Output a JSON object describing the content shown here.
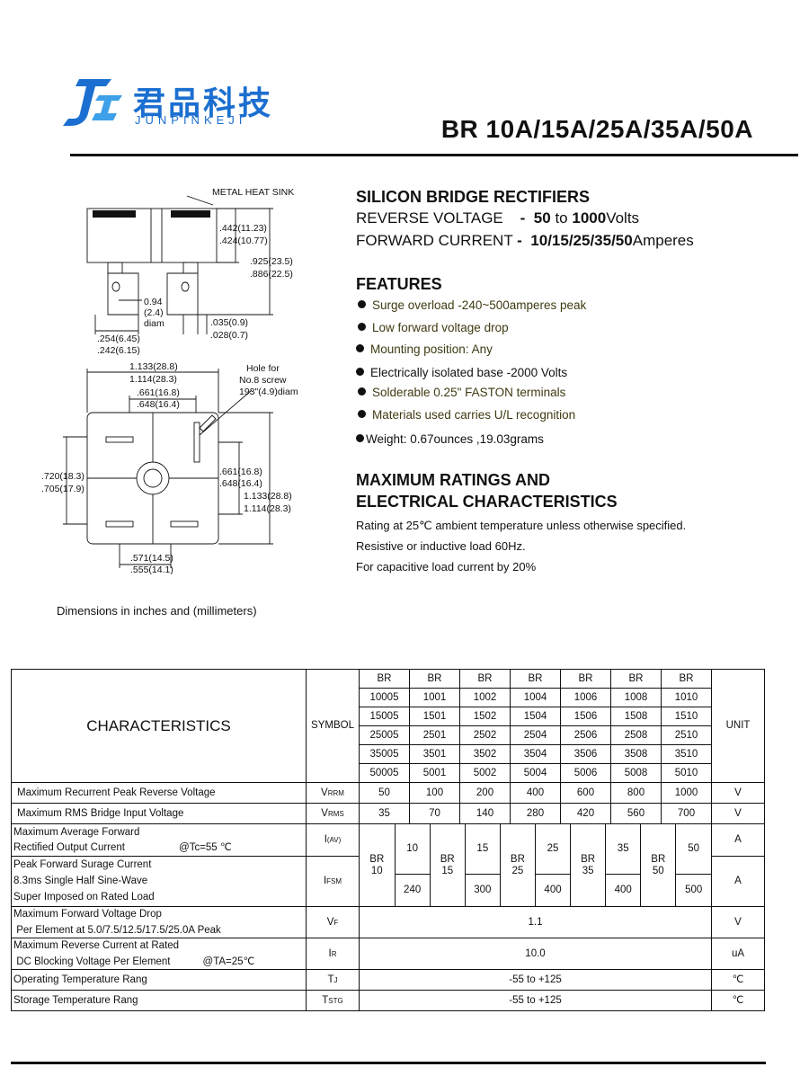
{
  "header": {
    "logo_cn": "君品科技",
    "logo_en": "JUNPINKEJI",
    "title": "BR  10A/15A/25A/35A/50A"
  },
  "product": {
    "heading": "SILICON BRIDGE RECTIFIERS",
    "voltage_label": "REVERSE VOLTAGE",
    "voltage_dash": "-",
    "voltage_from": "50",
    "voltage_to_word": "to",
    "voltage_to": "1000",
    "voltage_unit": "Volts",
    "current_label": "FORWARD CURRENT",
    "current_dash": "-",
    "current_values": "10/15/25/35/50",
    "current_unit": "Amperes"
  },
  "features": {
    "heading": "FEATURES",
    "items": [
      "Surge overload -240~500amperes peak",
      "Low forward voltage drop",
      "Mounting position: Any",
      "Electrically  isolated  base -2000 Volts",
      "Solderable 0.25\" FASTON terminals",
      "Materials used carries U/L recognition",
      "Weight: 0.67ounces ,19.03grams"
    ]
  },
  "ratings_intro": {
    "heading_1": "MAXIMUM RATINGS AND",
    "heading_2": "ELECTRICAL CHARACTERISTICS",
    "note_1": "Rating at 25℃ ambient temperature unless otherwise specified.",
    "note_2": "Resistive or inductive load 60Hz.",
    "note_3": "For capacitive load  current by 20%"
  },
  "drawing": {
    "side": {
      "heat_sink": "METAL HEAT SINK",
      "d1a": ".442(11.23)",
      "d1b": ".424(10.77)",
      "d2a": ".925(23.5)",
      "d2b": ".886(22.5)",
      "hole_a": "0.94",
      "hole_b": "(2.4)",
      "hole_c": "diam",
      "t_a": ".035(0.9)",
      "t_b": ".028(0.7)",
      "w_a": ".254(6.45)",
      "w_b": ".242(6.15)"
    },
    "top": {
      "w_a": "1.133(28.8)",
      "w_b": "1.114(28.3)",
      "i_a": ".661(16.8)",
      "i_b": ".648(16.4)",
      "hole_a": "Hole for",
      "hole_b": "No.8 screw",
      "hole_c": "193\"(4.9)diam",
      "l_a": ".720(18.3)",
      "l_b": ".705(17.9)",
      "r_a": ".661(16.8)",
      "r_b": ".648(16.4)",
      "h_a": "1.133(28.8)",
      "h_b": "1.114(28.3)",
      "b_a": ".571(14.5)",
      "b_b": ".555(14.1)"
    },
    "note": "Dimensions in inches and (millimeters)"
  },
  "table": {
    "characteristics_label": "CHARACTERISTICS",
    "symbol_label": "SYMBOL",
    "unit_label": "UNIT",
    "br_label": "BR",
    "part_rows": [
      [
        "10005",
        "1001",
        "1002",
        "1004",
        "1006",
        "1008",
        "1010"
      ],
      [
        "15005",
        "1501",
        "1502",
        "1504",
        "1506",
        "1508",
        "1510"
      ],
      [
        "25005",
        "2501",
        "2502",
        "2504",
        "2506",
        "2508",
        "2510"
      ],
      [
        "35005",
        "3501",
        "3502",
        "3504",
        "3506",
        "3508",
        "3510"
      ],
      [
        "50005",
        "5001",
        "5002",
        "5004",
        "5006",
        "5008",
        "5010"
      ]
    ],
    "vrrm": {
      "label": "Maximum Recurrent Peak Reverse Voltage",
      "symbol_main": "V",
      "symbol_sub": "RRM",
      "values": [
        "50",
        "100",
        "200",
        "400",
        "600",
        "800",
        "1000"
      ],
      "unit": "V"
    },
    "vrms": {
      "label": "Maximum RMS Bridge Input Voltage",
      "symbol_main": "V",
      "symbol_sub": "RMS",
      "values": [
        "35",
        "70",
        "140",
        "280",
        "420",
        "560",
        "700"
      ],
      "unit": "V"
    },
    "iav": {
      "label_1": "Maximum Average Forward",
      "label_2": "Rectified Output Current",
      "cond": "@Tc=55 ℃",
      "symbol_main": "I",
      "symbol_sub": "(AV)",
      "unit": "A"
    },
    "ifsm": {
      "label_1": "Peak Forward Surage Current",
      "label_2": "8.3ms Single Half Sine-Wave",
      "label_3": "Super Imposed on Rated Load",
      "symbol_main": "I",
      "symbol_sub": "FSM",
      "unit": "A"
    },
    "groups": [
      {
        "name_1": "BR",
        "name_2": "10",
        "iav": "10",
        "ifsm": "240"
      },
      {
        "name_1": "BR",
        "name_2": "15",
        "iav": "15",
        "ifsm": "300"
      },
      {
        "name_1": "BR",
        "name_2": "25",
        "iav": "25",
        "ifsm": "400"
      },
      {
        "name_1": "BR",
        "name_2": "35",
        "iav": "35",
        "ifsm": "400"
      },
      {
        "name_1": "BR",
        "name_2": "50",
        "iav": "50",
        "ifsm": "500"
      }
    ],
    "vf": {
      "label_1": "Maximum  Forward Voltage Drop",
      "label_2": " Per Element at 5.0/7.5/12.5/17.5/25.0A Peak",
      "symbol_main": "V",
      "symbol_sub": "F",
      "value": "1.1",
      "unit": "V"
    },
    "ir": {
      "label_1": "Maximum  Reverse Current at Rated",
      "label_2": " DC Blocking Voltage Per Element",
      "cond": "@TA=25℃",
      "symbol_main": "I",
      "symbol_sub": "R",
      "value": "10.0",
      "unit": "uA"
    },
    "tj": {
      "label": "Operating Temperature Rang",
      "symbol_main": "T",
      "symbol_sub": "J",
      "value": "-55 to +125",
      "unit": "℃"
    },
    "tstg": {
      "label": "Storage Temperature Rang",
      "symbol_main": "T",
      "symbol_sub": "STG",
      "value": "-55 to +125",
      "unit": "℃"
    }
  }
}
